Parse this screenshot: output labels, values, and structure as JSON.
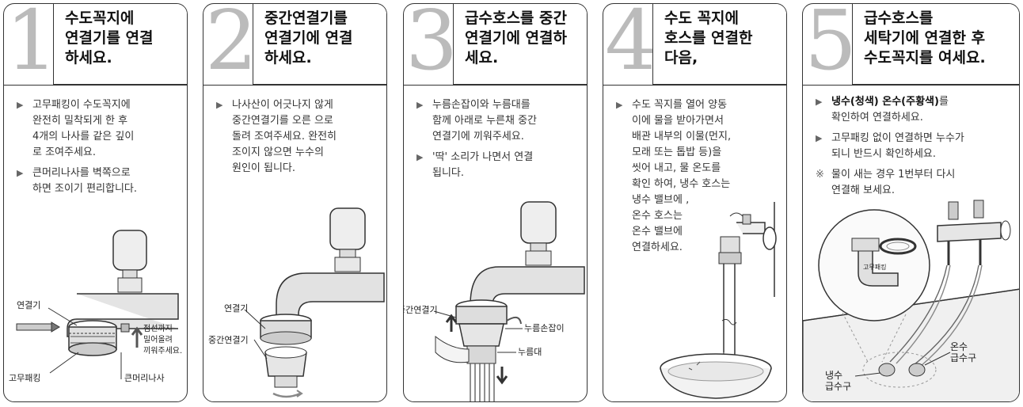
{
  "steps": [
    {
      "number": "1",
      "title": "수도꼭지에\n연결기를 연결\n하세요.",
      "bullets": [
        {
          "mark": "▶",
          "text": "고무패킹이 수도꼭지에\n완전히 밀착되게 한 후\n4개의 나사를 같은 깊이\n로 조여주세요."
        },
        {
          "mark": "▶",
          "text": "큰머리나사를 벽쪽으로\n하면 조이기 편리합니다."
        }
      ],
      "labels": {
        "connector": "연결기",
        "dotted_note": "점선까지\n밀어올려\n끼워주세요.",
        "rubber_packing": "고무패킹",
        "big_screw": "큰머리나사"
      }
    },
    {
      "number": "2",
      "title": "중간연결기를\n연결기에 연결\n하세요.",
      "bullets": [
        {
          "mark": "▶",
          "text": "나사산이 어긋나지 않게\n중간연결기를 오른 으로\n돌려 조여주세요. 완전히\n조이지 않으면 누수의\n원인이 됩니다."
        }
      ],
      "labels": {
        "connector": "연결기",
        "mid_connector": "중간연결기"
      }
    },
    {
      "number": "3",
      "title": "급수호스를 중간\n연결기에 연결하\n세요.",
      "bullets": [
        {
          "mark": "▶",
          "text": "누름손잡이와 누름대를\n함께 아래로 누른채 중간\n연결기에 끼워주세요."
        },
        {
          "mark": "▶",
          "text": "'딱' 소리가 나면서 연결\n됩니다."
        }
      ],
      "labels": {
        "mid_connector": "중간연결기",
        "press_handle": "누름손잡이",
        "press_bar": "누름대"
      }
    },
    {
      "number": "4",
      "title": "수도 꼭지에\n호스를 연결한\n다음,",
      "bullets": [
        {
          "mark": "▶",
          "text": "수도 꼭지를 열어 양동\n이에 물을 받아가면서\n배관 내부의 이물(먼지,\n모래 또는 톱밥 등)을\n씻어 내고, 물 온도를\n확인 하여, 냉수 호스는\n냉수 밸브에 ,\n온수 호스는\n온수 밸브에\n연결하세요."
        }
      ]
    },
    {
      "number": "5",
      "title": "급수호스를\n세탁기에 연결한 후\n수도꼭지를 여세요.",
      "bullets": [
        {
          "mark": "▶",
          "strong": "냉수(청색) 온수(주황색)",
          "text": "를\n확인하여 연결하세요."
        },
        {
          "mark": "▶",
          "text": "고무패킹 없이 연결하면 누수가\n되니 반드시 확인하세요."
        },
        {
          "mark": "※",
          "text": "물이 새는 경우 1번부터 다시\n연결해 보세요."
        }
      ],
      "labels": {
        "rubber_packing": "고무패킹",
        "hot_inlet": "온수\n급수구",
        "cold_inlet": "냉수\n급수구"
      }
    }
  ]
}
